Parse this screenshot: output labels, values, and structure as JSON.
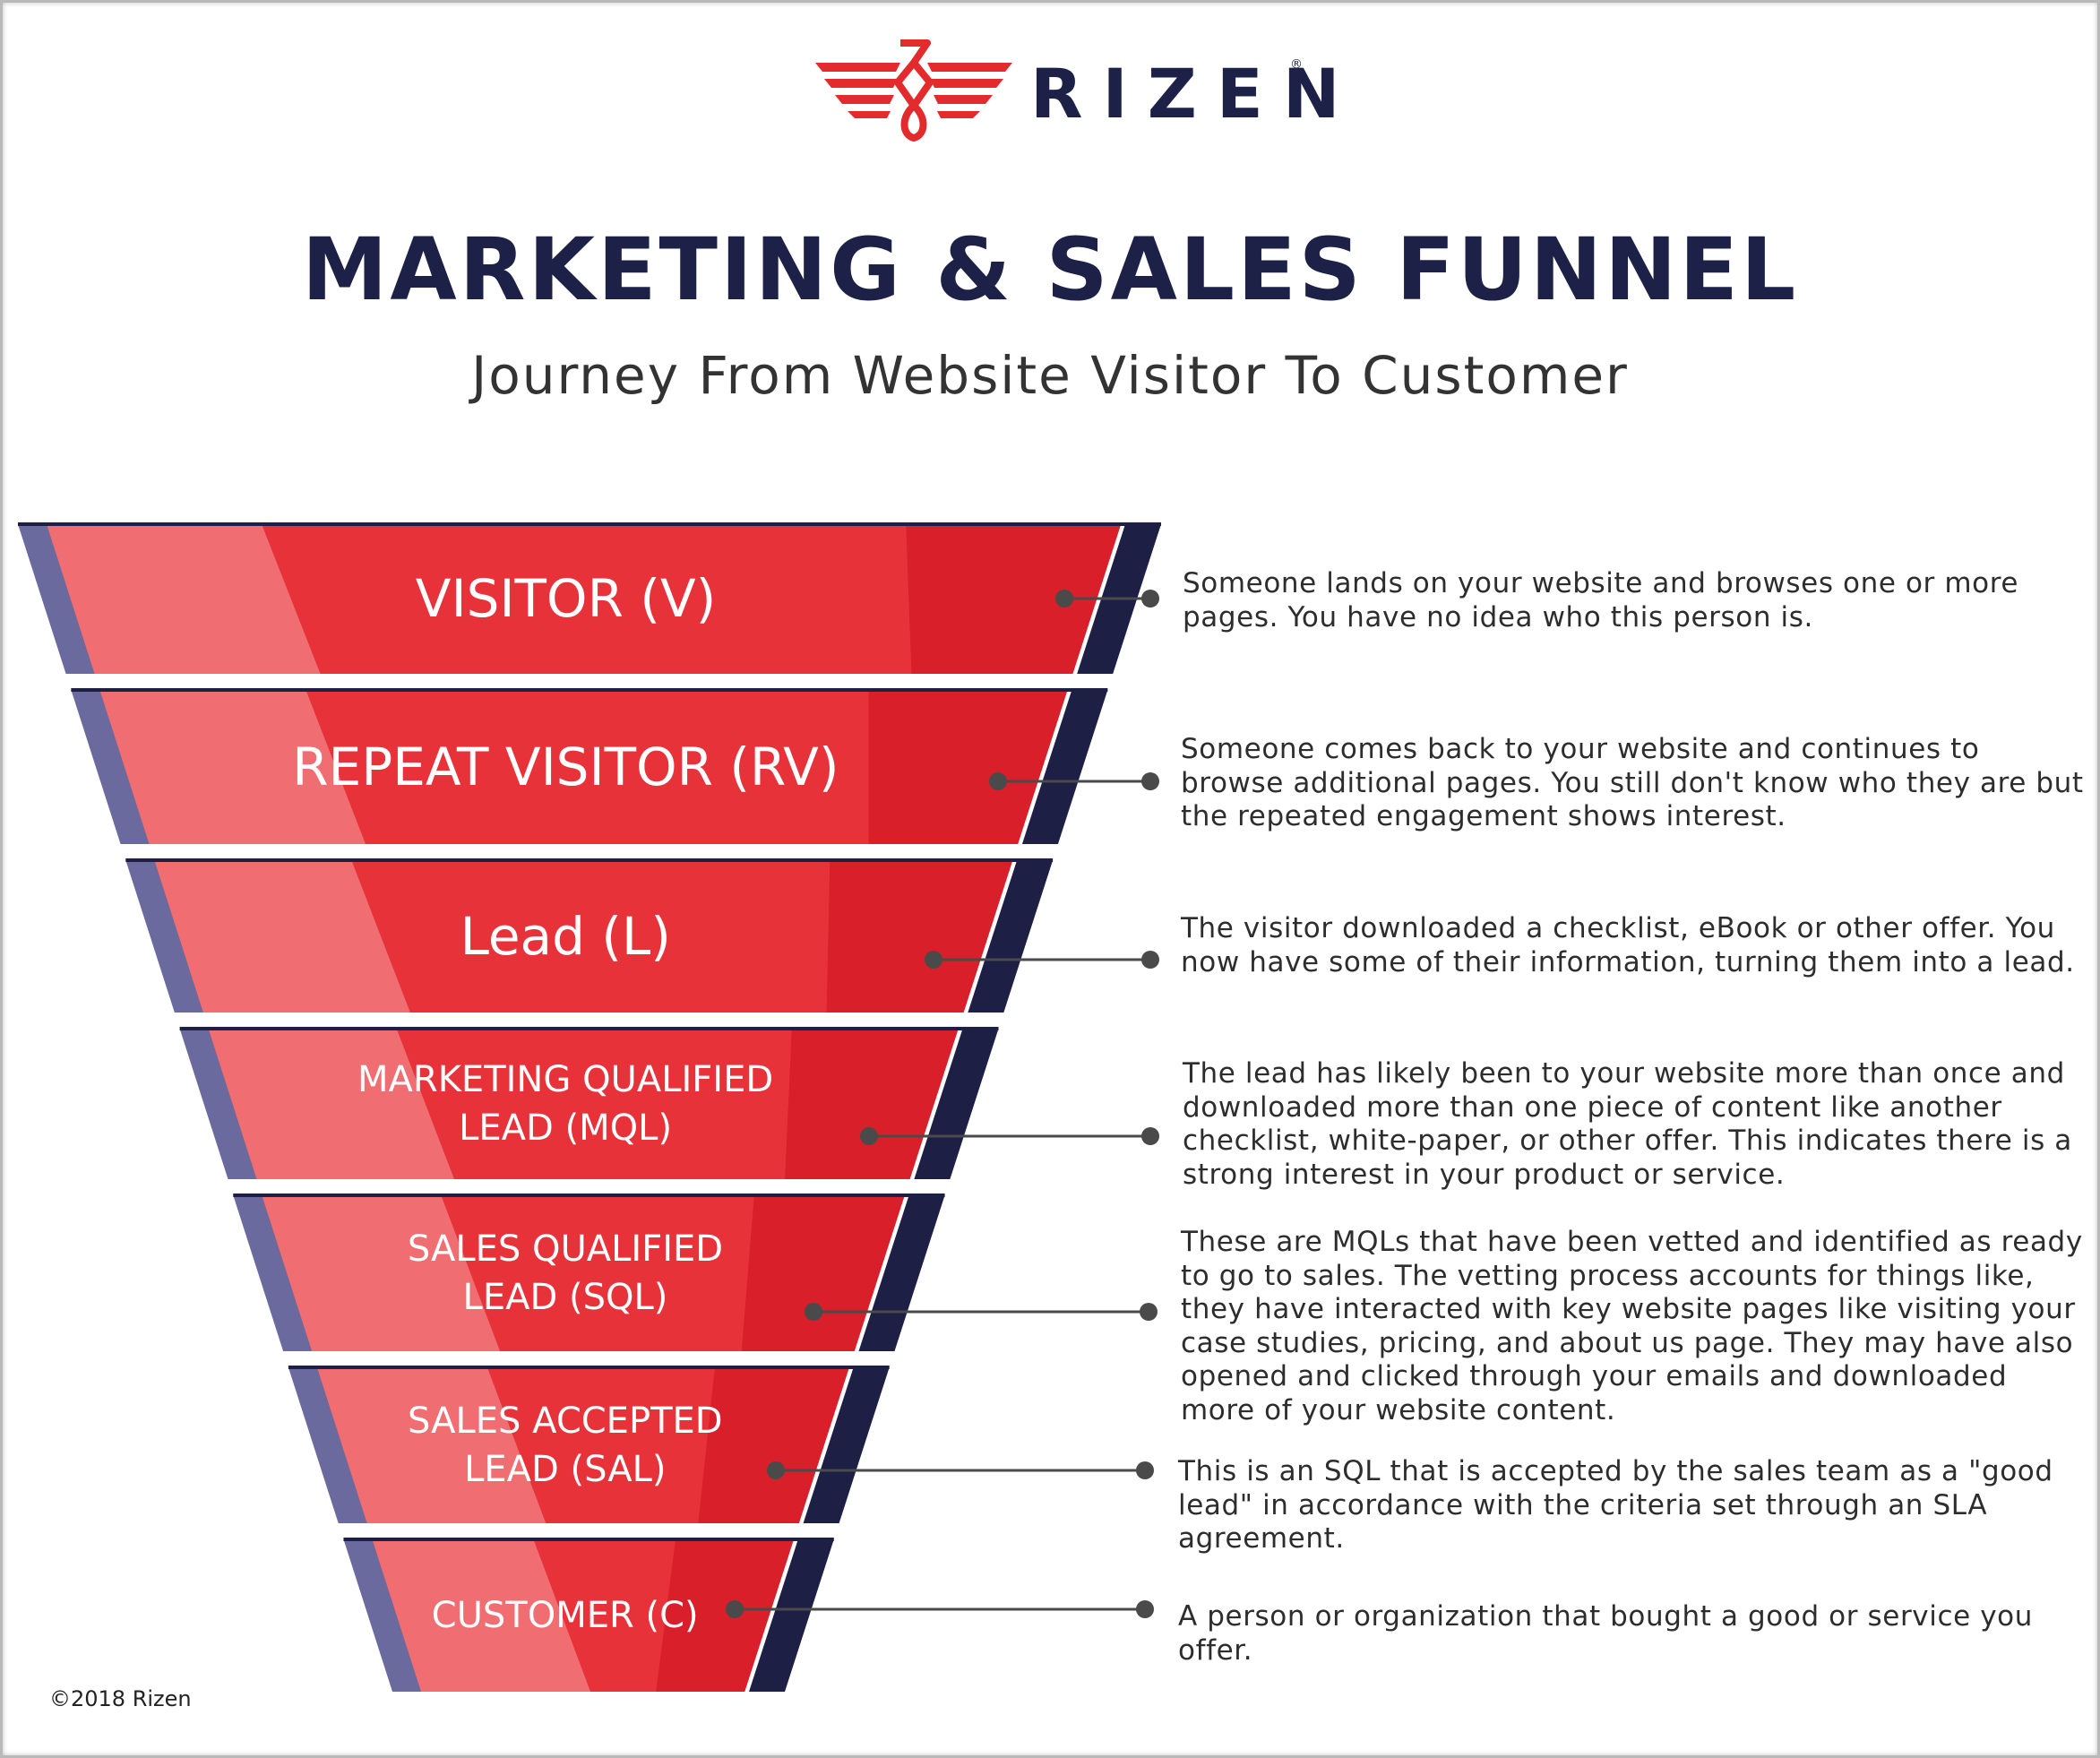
{
  "brand": {
    "name": "RIZEN",
    "registered_mark": "®",
    "logo_icon": "winged-emblem-icon",
    "colors": {
      "accent": "#e32a2d",
      "navy": "#1d2147"
    }
  },
  "header": {
    "title": "MARKETING & SALES FUNNEL",
    "subtitle": "Journey From Website Visitor To Customer"
  },
  "funnel": {
    "colors": {
      "main_red": "#e8323a",
      "highlight_red": "#f06e72",
      "dark_red": "#d9202a",
      "side_light": "#6a6a9e",
      "side_dark": "#1d1f45",
      "connector": "#4a4a4a"
    },
    "stages": [
      {
        "label_lines": [
          "VISITOR (V)"
        ],
        "description": "Someone lands on your website and browses one or more pages. You have no idea who this person is."
      },
      {
        "label_lines": [
          "REPEAT VISITOR (RV)"
        ],
        "description": "Someone comes back to your website and continues to browse additional pages. You still don't know who they are but the repeated engagement shows interest."
      },
      {
        "label_lines": [
          "Lead (L)"
        ],
        "description": "The visitor downloaded a checklist, eBook or other offer. You now have some of their information, turning them into a lead."
      },
      {
        "label_lines": [
          "MARKETING QUALIFIED",
          "LEAD (MQL)"
        ],
        "description": "The lead has likely been to your website more than once and downloaded more than one piece of content like another checklist, white-paper, or other offer. This indicates there is a strong interest in your product or service."
      },
      {
        "label_lines": [
          "SALES QUALIFIED",
          "LEAD (SQL)"
        ],
        "description": "These are MQLs that have been vetted and identified as ready to go to sales. The vetting process accounts for things like, they have interacted with key website pages like visiting your case studies, pricing, and about us page. They may have also opened and clicked through your emails and downloaded more of your website content."
      },
      {
        "label_lines": [
          "SALES ACCEPTED",
          "LEAD (SAL)"
        ],
        "description": "This is an SQL that is accepted by the sales team as a \"good lead\" in accordance with the criteria set through an SLA agreement."
      },
      {
        "label_lines": [
          "CUSTOMER (C)"
        ],
        "description": "A person or organization that bought a good or service you offer."
      }
    ]
  },
  "footer": {
    "copyright": "©2018 Rizen"
  }
}
